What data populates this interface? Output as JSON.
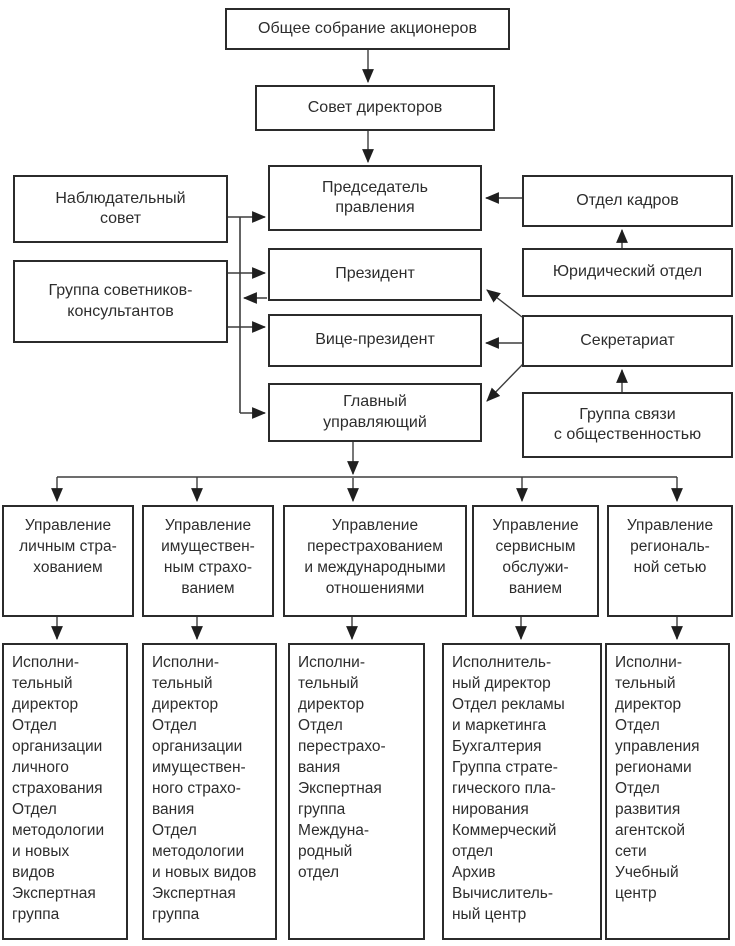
{
  "appearance": {
    "background": "#ffffff",
    "box_border_color": "#2b2b2b",
    "line_color": "#3d3d3d",
    "arrow_color": "#1f1f1f",
    "text_color": "#2d2d2d"
  },
  "nodes": {
    "general_meeting": {
      "label": "Общее собрание акционеров"
    },
    "board_of_directors": {
      "label": "Совет директоров"
    },
    "chairman": {
      "label": "Председатель\nправления"
    },
    "president": {
      "label": "Президент"
    },
    "vice_president": {
      "label": "Вице-президент"
    },
    "chief_manager": {
      "label": "Главный\nуправляющий"
    },
    "supervisory_board": {
      "label": "Наблюдательный\nсовет"
    },
    "advisory_group": {
      "label": "Группа советников-\nконсультантов"
    },
    "hr_department": {
      "label": "Отдел кадров"
    },
    "legal_department": {
      "label": "Юридический отдел"
    },
    "secretariat": {
      "label": "Секретариат"
    },
    "pr_group": {
      "label": "Группа связи\nс общественностью"
    },
    "dept_personal": {
      "label": "Управление\nличным стра-\nхованием"
    },
    "dept_property": {
      "label": "Управление\nимуществен-\nным страхо-\nванием"
    },
    "dept_reinsurance": {
      "label": "Управление\nперестрахованием\nи международными\nотношениями"
    },
    "dept_service": {
      "label": "Управление\nсервисным\nобслужи-\nванием"
    },
    "dept_regional": {
      "label": "Управление\nрегиональ-\nной сетью"
    },
    "units_personal": {
      "label": "Исполни-\nтельный\nдиректор\nОтдел\nорганизации\nличного\nстрахования\nОтдел\nметодологии\nи новых\nвидов\nЭкспертная\nгруппа"
    },
    "units_property": {
      "label": "Исполни-\nтельный\nдиректор\nОтдел\nорганизации\nимуществен-\nного страхо-\nвания\nОтдел\nметодологии\nи новых видов\nЭкспертная\nгруппа"
    },
    "units_reinsurance": {
      "label": "Исполни-\nтельный\nдиректор\nОтдел\nперестрахо-\nвания\nЭкспертная\nгруппа\nМеждуна-\nродный\nотдел"
    },
    "units_service": {
      "label": "Исполнитель-\nный директор\nОтдел рекламы\nи маркетинга\nБухгалтерия\nГруппа страте-\nгического пла-\nнирования\nКоммерческий\nотдел\nАрхив\nВычислитель-\nный центр"
    },
    "units_regional": {
      "label": "Исполни-\nтельный\nдиректор\nОтдел\nуправления\nрегионами\nОтдел\nразвития\nагентской\nсети\nУчебный\nцентр"
    }
  },
  "edges": [
    {
      "from": "general_meeting",
      "to": "board_of_directors"
    },
    {
      "from": "board_of_directors",
      "to": "chairman"
    },
    {
      "from": "supervisory_board",
      "to": "chairman"
    },
    {
      "from": "advisory_group",
      "to": "president"
    },
    {
      "from": "president",
      "to": "advisory_group"
    },
    {
      "from": "advisory_group",
      "to": "vice_president"
    },
    {
      "from": "advisory_group",
      "to": "chief_manager"
    },
    {
      "from": "hr_department",
      "to": "chairman"
    },
    {
      "from": "legal_department",
      "to": "hr_department"
    },
    {
      "from": "secretariat",
      "to": "president"
    },
    {
      "from": "secretariat",
      "to": "vice_president"
    },
    {
      "from": "secretariat",
      "to": "chief_manager"
    },
    {
      "from": "pr_group",
      "to": "secretariat"
    },
    {
      "from": "chief_manager",
      "to": "dept_personal"
    },
    {
      "from": "chief_manager",
      "to": "dept_property"
    },
    {
      "from": "chief_manager",
      "to": "dept_reinsurance"
    },
    {
      "from": "chief_manager",
      "to": "dept_service"
    },
    {
      "from": "chief_manager",
      "to": "dept_regional"
    },
    {
      "from": "dept_personal",
      "to": "units_personal"
    },
    {
      "from": "dept_property",
      "to": "units_property"
    },
    {
      "from": "dept_reinsurance",
      "to": "units_reinsurance"
    },
    {
      "from": "dept_service",
      "to": "units_service"
    },
    {
      "from": "dept_regional",
      "to": "units_regional"
    }
  ]
}
